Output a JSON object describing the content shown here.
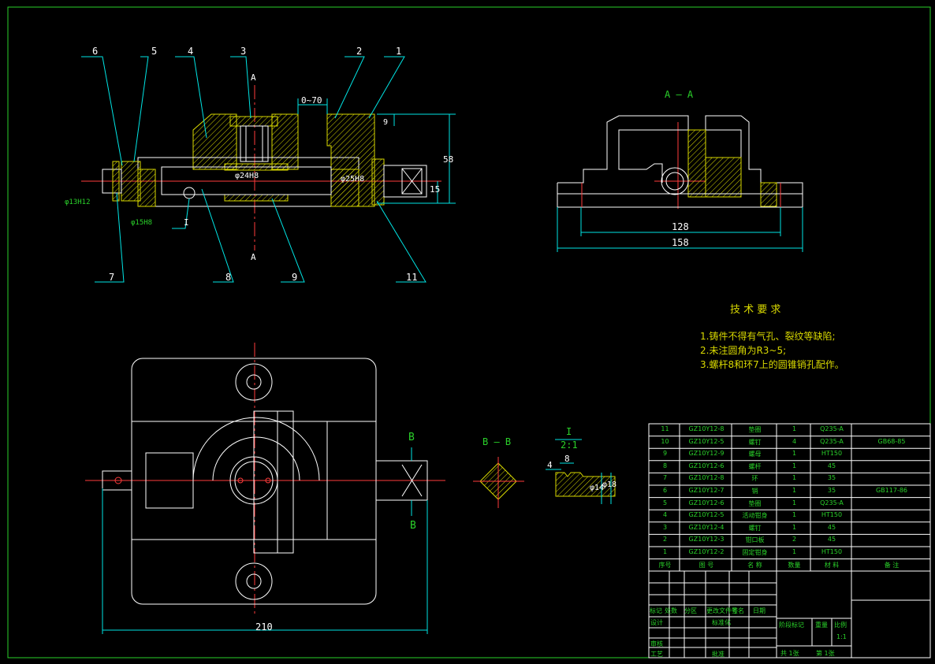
{
  "views": {
    "section_label_aa_top": "A",
    "section_label_aa_bottom": "A",
    "section_view_title": "A — A",
    "section_b_label_top": "B",
    "section_b_label_bottom": "B",
    "section_bb_title": "B — B",
    "detail_label": "I",
    "detail_scale": "2:1",
    "detail_ref_i": "I"
  },
  "balloons": [
    "6",
    "5",
    "4",
    "3",
    "2",
    "1",
    "7",
    "8",
    "9",
    "11"
  ],
  "dimensions": {
    "stroke": "0~70",
    "d9": "9",
    "d58": "58",
    "d15": "15",
    "phi_inner": "φ24H8",
    "phi_shaft": "φ25H8",
    "phi_left_a": "φ13H12",
    "phi_left_b": "φ15H8",
    "w128": "128",
    "w158": "158",
    "w210": "210",
    "det_4": "4",
    "det_8": "8",
    "det_phi14": "φ14",
    "det_phi18": "φ18"
  },
  "tech_requirements": {
    "title": "技  术  要  求",
    "items": [
      "1.铸件不得有气孔、裂纹等缺陷;",
      "2.未注圆角为R3~5;",
      "3.螺杆8和环7上的圆锥销孔配作。"
    ]
  },
  "bom": {
    "rows": [
      [
        "11",
        "GZ10Y12-8",
        "垫圈",
        "1",
        "Q235-A",
        ""
      ],
      [
        "10",
        "GZ10Y12-5",
        "螺钉",
        "4",
        "Q235-A",
        "GB68-85"
      ],
      [
        "9",
        "GZ10Y12-9",
        "螺母",
        "1",
        "HT150",
        ""
      ],
      [
        "8",
        "GZ10Y12-6",
        "螺杆",
        "1",
        "45",
        ""
      ],
      [
        "7",
        "GZ10Y12-8",
        "环",
        "1",
        "35",
        ""
      ],
      [
        "6",
        "GZ10Y12-7",
        "销",
        "1",
        "35",
        "GB117-86"
      ],
      [
        "5",
        "GZ10Y12-6",
        "垫圈",
        "1",
        "Q235-A",
        ""
      ],
      [
        "4",
        "GZ10Y12-5",
        "活动钳身",
        "1",
        "HT150",
        ""
      ],
      [
        "3",
        "GZ10Y12-4",
        "螺钉",
        "1",
        "45",
        ""
      ],
      [
        "2",
        "GZ10Y12-3",
        "钳口板",
        "2",
        "45",
        ""
      ],
      [
        "1",
        "GZ10Y12-2",
        "固定钳身",
        "1",
        "HT150",
        ""
      ]
    ],
    "header": [
      "序号",
      "图  号",
      "名  称",
      "数量",
      "材  料",
      "备  注"
    ]
  },
  "title_block": {
    "l1": [
      "标记",
      "处数",
      "分区",
      "更改文件号",
      "签名",
      "日期"
    ],
    "designer": "设计",
    "standard": "标准化",
    "checker": "审核",
    "process": "工艺",
    "approve": "批准",
    "stage_label": "阶段标记",
    "weight": "重量",
    "scale_label": "比例",
    "scale": "1:1",
    "sheets_total": "共  1张",
    "sheet_no": "第  1张"
  },
  "colors": {
    "background": "#000000",
    "outline": "#ffffff",
    "center": "#ff3b3b",
    "leader": "#00e5e5",
    "text": "#2ad12a",
    "hatch": "#d8d800"
  }
}
